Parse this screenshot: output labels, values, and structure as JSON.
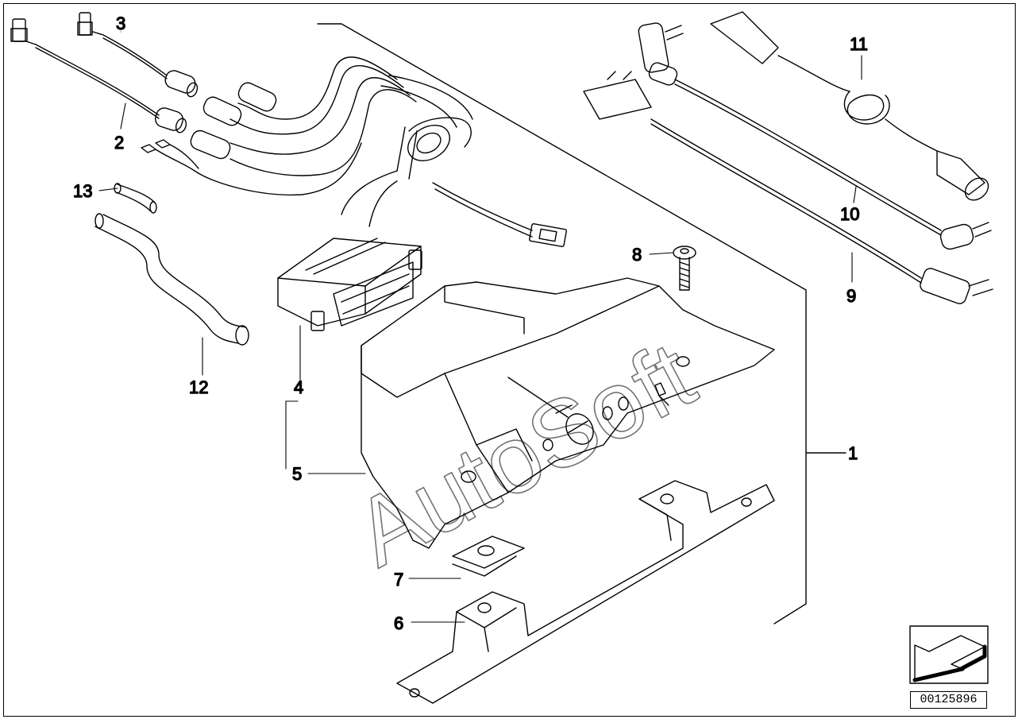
{
  "callouts": {
    "c1": "1",
    "c2": "2",
    "c3": "3",
    "c4": "4",
    "c5": "5",
    "c6": "6",
    "c7": "7",
    "c8": "8",
    "c9": "9",
    "c10": "10",
    "c11": "11",
    "c12": "12",
    "c13": "13"
  },
  "watermark": "AutoSoft",
  "part_number": "00125896",
  "icons": {
    "nav_arrow": "return-arrow-icon"
  }
}
